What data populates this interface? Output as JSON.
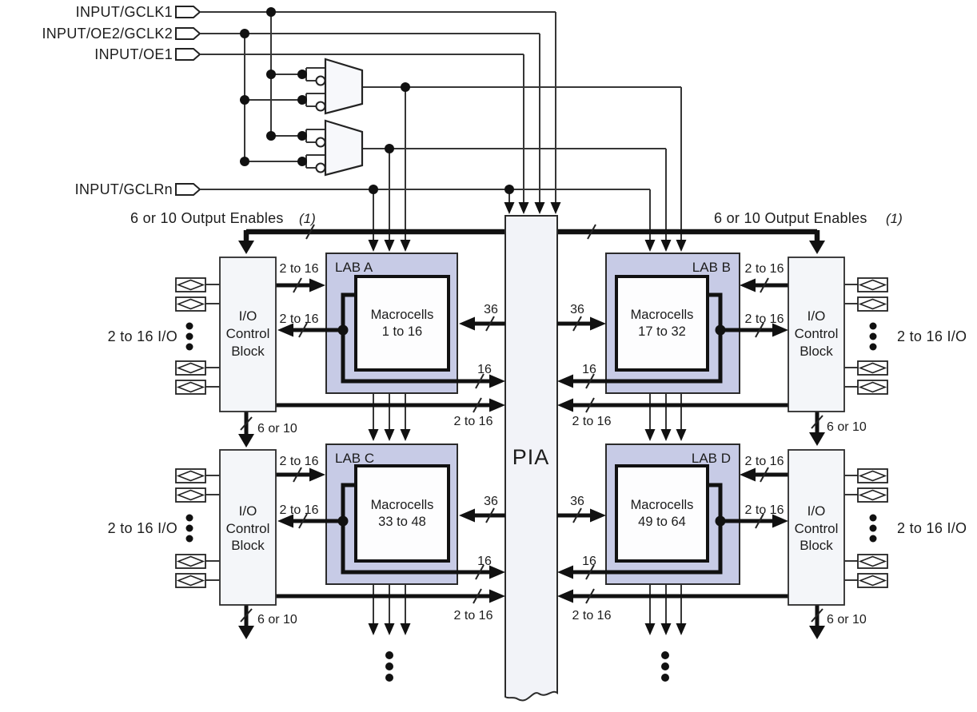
{
  "colors": {
    "lab_fill": "#c7cbe6",
    "panel_fill": "#f4f6f9",
    "pia_fill": "#f2f3f8",
    "line": "#111111"
  },
  "input_pins": {
    "gclk1": "INPUT/GCLK1",
    "oe2_gclk2": "INPUT/OE2/GCLK2",
    "oe1": "INPUT/OE1",
    "gclrn": "INPUT/GCLRn"
  },
  "oe_bus": {
    "label": "6 or 10 Output Enables",
    "footnote": "(1)"
  },
  "pia": {
    "label": "PIA"
  },
  "labs": {
    "a": {
      "name": "LAB A",
      "macro_line1": "Macrocells",
      "macro_line2": "1 to 16"
    },
    "b": {
      "name": "LAB B",
      "macro_line1": "Macrocells",
      "macro_line2": "17 to 32"
    },
    "c": {
      "name": "LAB C",
      "macro_line1": "Macrocells",
      "macro_line2": "33 to 48"
    },
    "d": {
      "name": "LAB D",
      "macro_line1": "Macrocells",
      "macro_line2": "49 to 64"
    }
  },
  "io_control_block": {
    "line1": "I/O",
    "line2": "Control",
    "line3": "Block"
  },
  "io_pins_label": "2 to 16 I/O",
  "bus_widths": {
    "w_2_16": "2 to 16",
    "w_36": "36",
    "w_16": "16",
    "w_6_10": "6 or 10"
  }
}
